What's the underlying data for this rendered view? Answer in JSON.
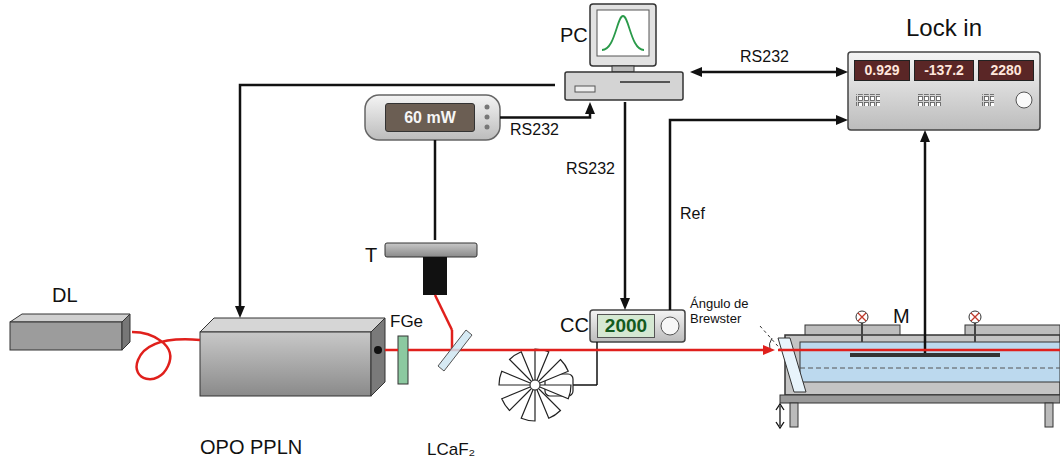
{
  "diagram": {
    "nodes": [
      {
        "text": [
          "PC"
        ]
      },
      {
        "text": [
          "Lock in",
          "0.929",
          "-137.2",
          "2280"
        ]
      },
      {
        "text": [
          "60 mW"
        ]
      },
      {
        "text": [
          "T"
        ]
      },
      {
        "text": [
          "CC",
          "2000"
        ]
      },
      {
        "text": [
          "DL"
        ]
      },
      {
        "text": [
          "OPO PPLN"
        ]
      },
      {
        "text": [
          "FGe"
        ]
      },
      {
        "text": [
          "LCaF₂"
        ]
      },
      {
        "text": [
          "M"
        ]
      }
    ],
    "edges": [
      {
        "from": 0,
        "to": 6,
        "arrow": "to"
      },
      {
        "from": 2,
        "to": 0,
        "label": "RS232",
        "arrow": "to"
      },
      {
        "from": 0,
        "to": 1,
        "label": "RS232",
        "arrow": "both"
      },
      {
        "from": 0,
        "to": 4,
        "label": "RS232",
        "arrow": "to"
      },
      {
        "from": 4,
        "to": 1,
        "label": "Ref",
        "arrow": "to"
      },
      {
        "from": 9,
        "to": 1,
        "arrow": "to"
      },
      {
        "from": 3,
        "to": 2,
        "arrow": "none"
      },
      {
        "from": 5,
        "to": 6,
        "arrow": "none"
      },
      {
        "from": 6,
        "to": 7,
        "arrow": "none"
      },
      {
        "from": 7,
        "to": 8,
        "arrow": "none"
      },
      {
        "from": 8,
        "to": 3,
        "arrow": "none"
      },
      {
        "from": 8,
        "to": 9,
        "arrow": "to"
      }
    ],
    "labels": [
      "Ángulo de Brewster"
    ]
  }
}
